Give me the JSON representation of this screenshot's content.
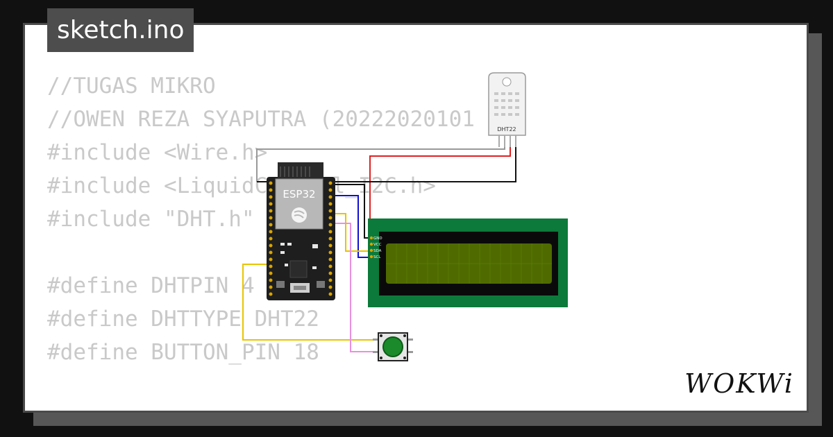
{
  "tab": {
    "filename": "sketch.ino"
  },
  "code": {
    "lines": [
      "//TUGAS MIKRO",
      "//OWEN REZA SYAPUTRA (20222020101",
      "#include <Wire.h>",
      "#include <LiquidCrystal_I2C.h>",
      "#include \"DHT.h\"",
      "",
      "#define DHTPIN 4",
      "#define DHTTYPE DHT22",
      "#define BUTTON_PIN 18"
    ]
  },
  "diagram": {
    "esp32": {
      "label": "ESP32"
    },
    "dht": {
      "label": "DHT22"
    },
    "lcd": {
      "pins": [
        "GND",
        "VCC",
        "SDA",
        "SCL"
      ]
    },
    "button": {
      "cap_color": "#1a8a2a"
    },
    "wire_colors": {
      "power": "#e02020",
      "ground": "#111111",
      "dht_data": "#999999",
      "sda": "#e8c400",
      "scl": "#1010d0",
      "button": "#e890e0"
    }
  },
  "brand": {
    "logo": "WOKWi"
  },
  "colors": {
    "lcd_board": "#0c7a3a",
    "lcd_screen": "#4f6b00",
    "esp_board": "#1e1e1e"
  }
}
